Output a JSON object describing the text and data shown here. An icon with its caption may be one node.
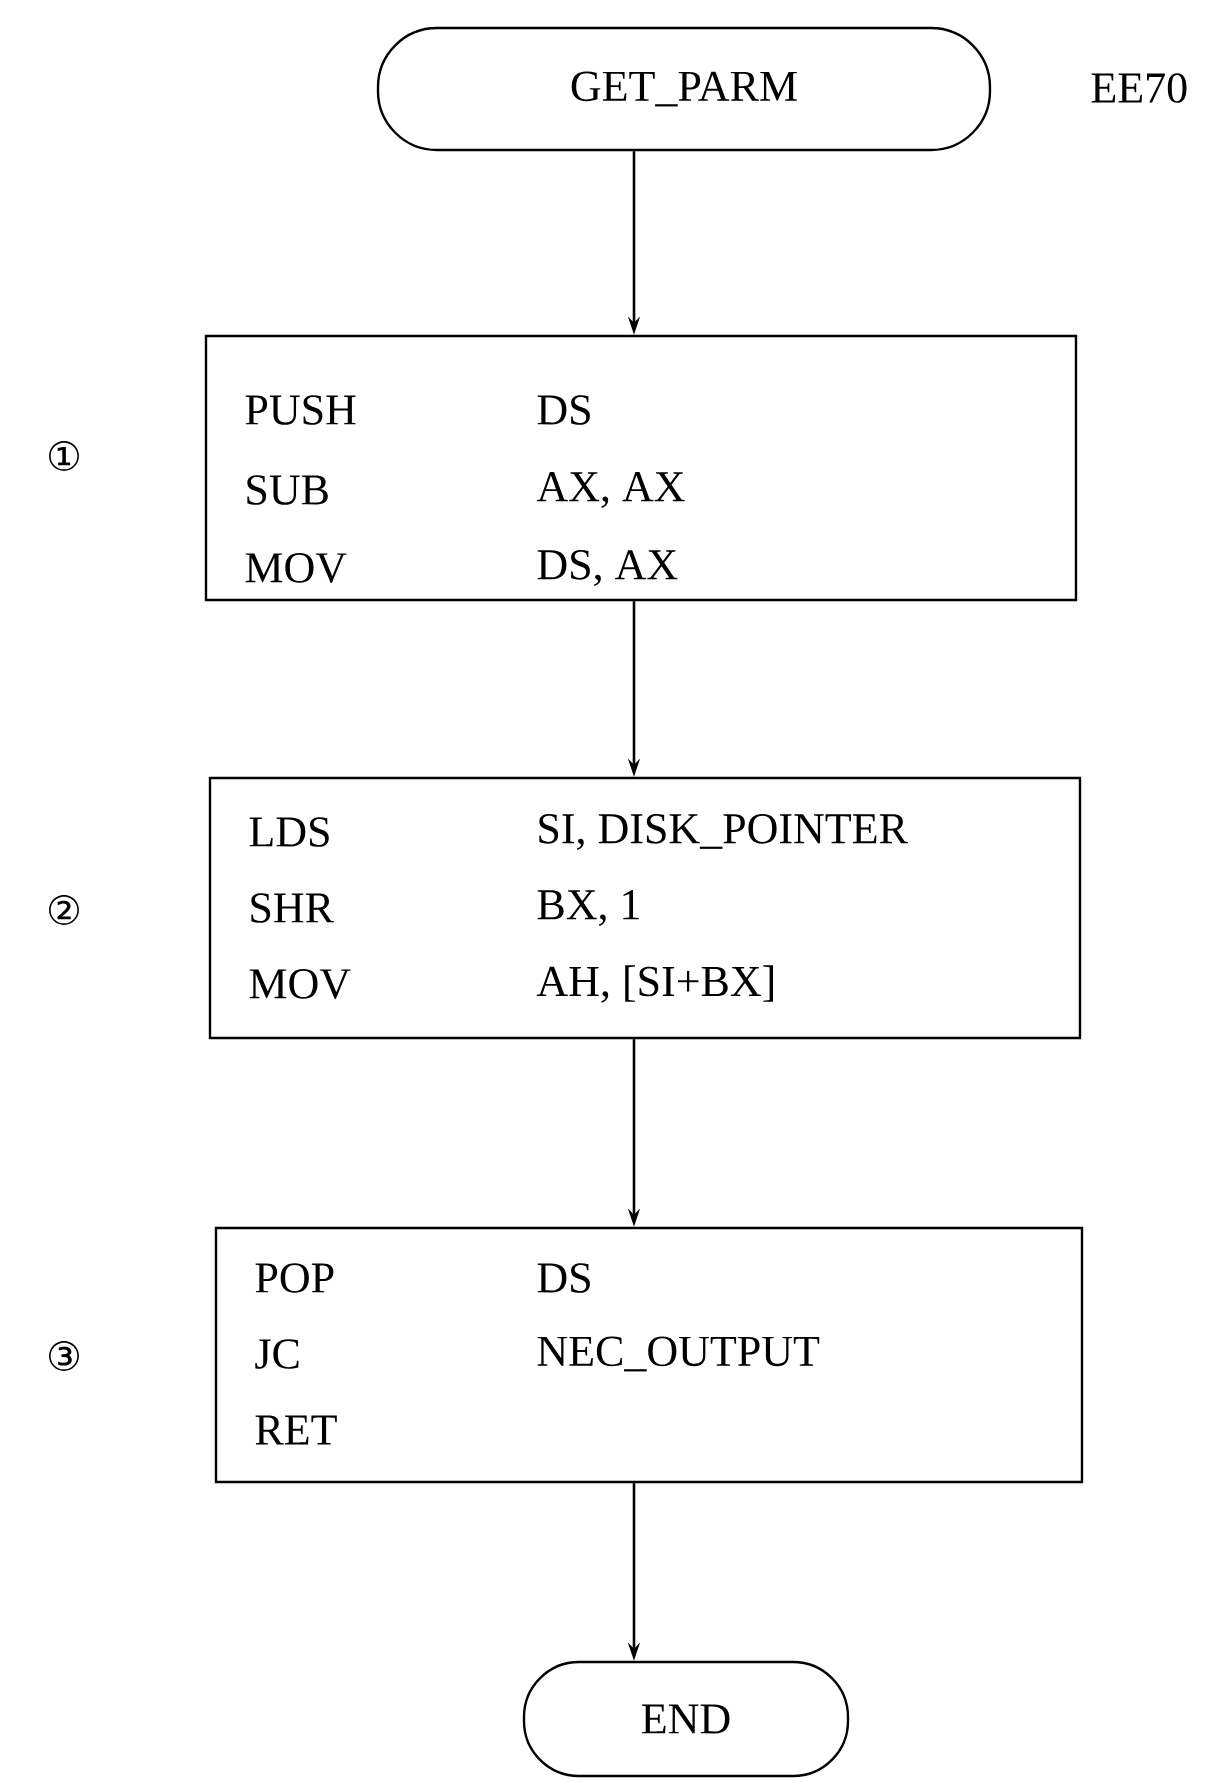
{
  "diagram": {
    "nodes": [
      {
        "text": [
          "GET_PARM"
        ],
        "beside": [
          "EE70"
        ]
      },
      {
        "text": [
          "PUSH",
          "DS",
          "SUB",
          "AX, AX",
          "MOV",
          "DS, AX"
        ],
        "beside": [
          "①"
        ]
      },
      {
        "text": [
          "LDS",
          "SI, DISK_POINTER",
          "SHR",
          "BX, 1",
          "MOV",
          "AH, [SI+BX]"
        ],
        "beside": [
          "②"
        ]
      },
      {
        "text": [
          "POP",
          "DS",
          "JC",
          "NEC_OUTPUT",
          "RET"
        ],
        "beside": [
          "③"
        ]
      },
      {
        "text": [
          "END"
        ]
      }
    ],
    "edges": [
      {
        "from": 0,
        "to": 1,
        "arrow": "to"
      },
      {
        "from": 1,
        "to": 2,
        "arrow": "to"
      },
      {
        "from": 2,
        "to": 3,
        "arrow": "to"
      },
      {
        "from": 3,
        "to": 4,
        "arrow": "to"
      }
    ]
  }
}
